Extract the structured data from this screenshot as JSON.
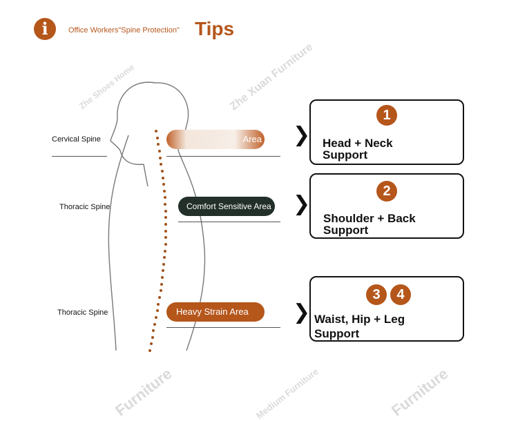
{
  "header": {
    "info_icon": "info-icon",
    "subtitle": "Office Workers\"Spine Protection\"",
    "title": "Tips"
  },
  "watermarks": [
    "Zhe Shoes Home",
    "Zhe Xuan Furniture",
    "Furniture",
    "Medium Furniture",
    "Furniture"
  ],
  "labels": {
    "cervical": "Cervical Spine",
    "thoracic_1": "Thoracic Spine",
    "thoracic_2": "Thoracic Spine"
  },
  "areas": {
    "top_partial": "Area",
    "comfort": "Comfort Sensitive Area",
    "heavy": "Heavy Strain Area"
  },
  "supports": [
    {
      "numbers": [
        "1"
      ],
      "line1": "Head + Neck",
      "line2": "Support"
    },
    {
      "numbers": [
        "2"
      ],
      "line1": "Shoulder + Back",
      "line2": "Support"
    },
    {
      "numbers": [
        "3",
        "4"
      ],
      "line1": "Waist, Hip + Leg",
      "line2": "Support"
    }
  ],
  "colors": {
    "accent": "#b5561b",
    "dark_pill": "#23302a"
  }
}
